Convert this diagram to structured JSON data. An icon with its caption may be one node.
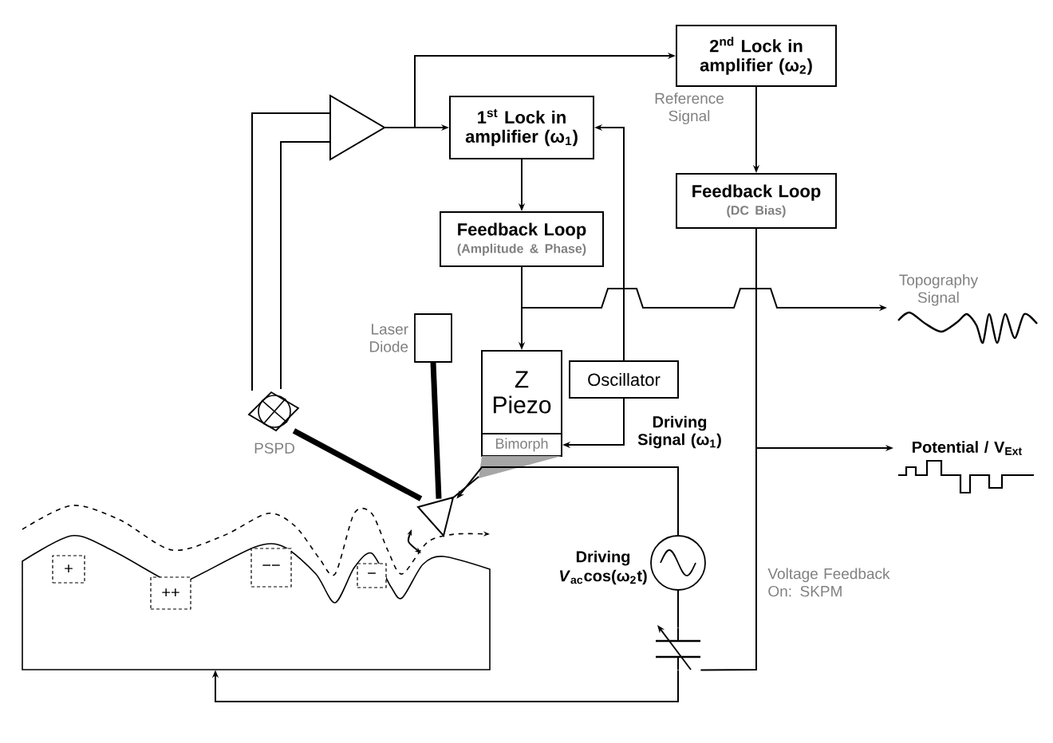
{
  "diagram": {
    "nodes": [
      {
        "text": [
          "2$^{nd}$ Lock in amplifier (ω$_{2}$)"
        ]
      },
      {
        "text": [],
        "shape": "triangle"
      },
      {
        "text": [
          "1$^{st}$ Lock in amplifier (ω$_{1}$)"
        ]
      },
      {
        "text": [
          "Feedback Loop",
          "(DC Bias)"
        ]
      },
      {
        "text": [
          "Feedback Loop",
          "(Amplitude & Phase)"
        ]
      },
      {
        "text": [
          "Laser Diode"
        ]
      },
      {
        "text": [
          "Z Piezo"
        ]
      },
      {
        "text": [
          "Oscillator"
        ]
      },
      {
        "text": [
          "Topography Signal"
        ]
      },
      {
        "text": [
          "Bimorph"
        ]
      },
      {
        "text": [
          "PSPD"
        ]
      },
      {
        "text": [
          "Potential / V$_{Ext}$"
        ]
      },
      {
        "text": [],
        "shape": "triangle"
      },
      {
        "text": [],
        "shape": "surface"
      },
      {
        "text": [
          "+"
        ],
        "in": 13
      },
      {
        "text": [
          "++"
        ],
        "in": 13
      },
      {
        "text": [
          "−−"
        ],
        "in": 13
      },
      {
        "text": [
          "−"
        ],
        "in": 13
      },
      {
        "text": [],
        "shape": "circle",
        "beside": [
          "Driving *V*$_{ac}$cos(ω$_{2}$t)"
        ]
      },
      {
        "text": [],
        "shape": "capacitor"
      }
    ],
    "edges": [
      {
        "from": 10,
        "to": 1,
        "arrow": "none"
      },
      {
        "from": 10,
        "to": 1,
        "arrow": "none"
      },
      {
        "from": 1,
        "to": 2,
        "arrow": "to"
      },
      {
        "from": 1,
        "to": 0,
        "arrow": "to"
      },
      {
        "from": 7,
        "to": 2,
        "arrow": "to",
        "label": "Reference Signal"
      },
      {
        "from": 2,
        "to": 4,
        "arrow": "to"
      },
      {
        "from": 0,
        "to": 3,
        "arrow": "to"
      },
      {
        "from": 4,
        "to": 6,
        "arrow": "to"
      },
      {
        "from": 4,
        "to": 8,
        "arrow": "to"
      },
      {
        "from": 3,
        "to": 11,
        "arrow": "to"
      },
      {
        "from": 3,
        "to": 19,
        "arrow": "none"
      },
      {
        "from": 7,
        "to": 9,
        "arrow": "to",
        "label": "Driving Signal (ω$_{1}$)"
      },
      {
        "from": 5,
        "to": 12,
        "arrow": "none",
        "style": "thick"
      },
      {
        "from": 12,
        "to": 10,
        "arrow": "none",
        "style": "thick"
      },
      {
        "from": 18,
        "to": 12,
        "arrow": "to"
      },
      {
        "from": 19,
        "to": 18,
        "arrow": "none"
      },
      {
        "from": 19,
        "to": 13,
        "arrow": "to"
      }
    ],
    "labels": [
      "Voltage Feedback On: SKPM"
    ]
  }
}
